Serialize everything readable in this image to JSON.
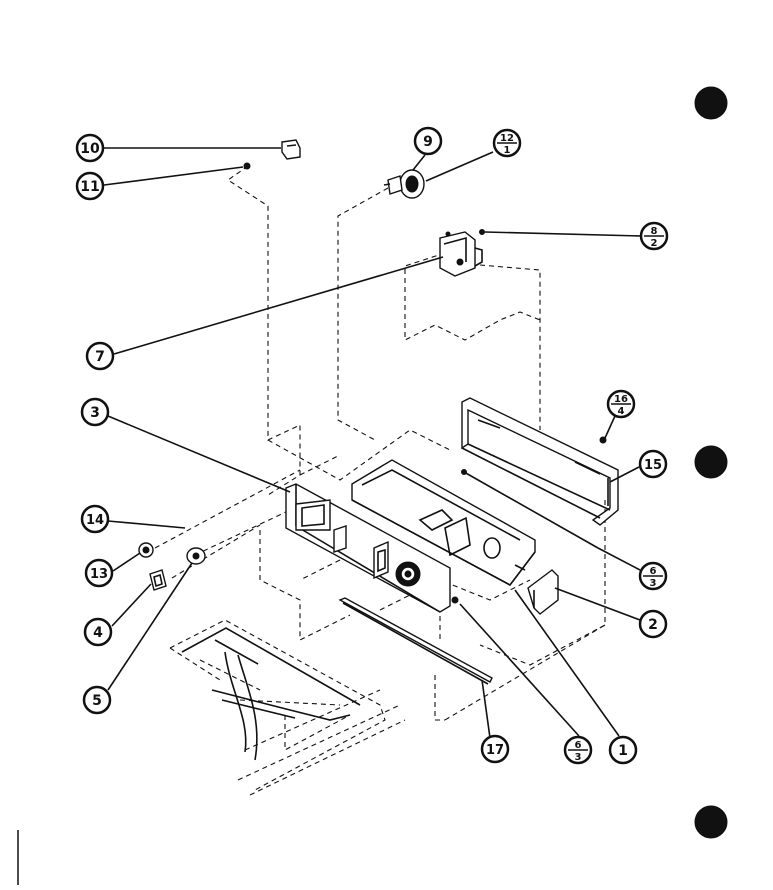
{
  "callouts": [
    {
      "id": "c10",
      "label": "10"
    },
    {
      "id": "c11",
      "label": "11"
    },
    {
      "id": "c9",
      "label": "9"
    },
    {
      "id": "c12-1",
      "top": "12",
      "bottom": "1"
    },
    {
      "id": "c8-2",
      "top": "8",
      "bottom": "2"
    },
    {
      "id": "c7",
      "label": "7"
    },
    {
      "id": "c3",
      "label": "3"
    },
    {
      "id": "c16-4",
      "top": "16",
      "bottom": "4"
    },
    {
      "id": "c15",
      "label": "15"
    },
    {
      "id": "c14",
      "label": "14"
    },
    {
      "id": "c13",
      "label": "13"
    },
    {
      "id": "c6-3a",
      "top": "6",
      "bottom": "3"
    },
    {
      "id": "c4",
      "label": "4"
    },
    {
      "id": "c2",
      "label": "2"
    },
    {
      "id": "c5",
      "label": "5"
    },
    {
      "id": "c17",
      "label": "17"
    },
    {
      "id": "c6-3b",
      "top": "6",
      "bottom": "3"
    },
    {
      "id": "c1",
      "label": "1"
    }
  ]
}
